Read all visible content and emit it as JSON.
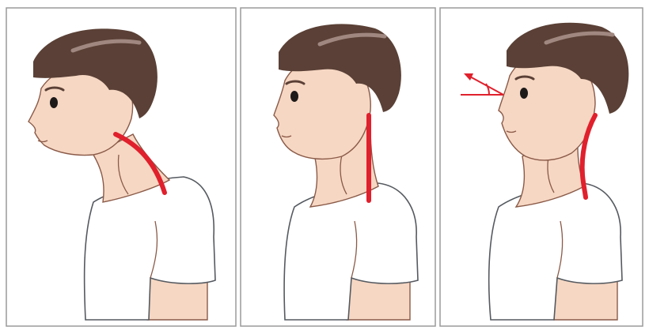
{
  "colors": {
    "background": "#ffffff",
    "panel_border": "#9a9a9a",
    "skin": "#f6d7c3",
    "skin_shadow": "#e9b9a0",
    "skin_outline": "#8a5a48",
    "hair": "#5a4036",
    "hair_highlight": "#a08880",
    "shirt": "#ffffff",
    "shirt_shadow": "#e6e6ea",
    "outline": "#555a60",
    "spine_marker": "#e0202c",
    "eye": "#1e1a1a"
  },
  "panels": [
    {
      "key": "forward-head",
      "spine": "curved-forward",
      "gaze_indicator": false
    },
    {
      "key": "upright",
      "spine": "straight-vertical",
      "gaze_indicator": false
    },
    {
      "key": "chin-up",
      "spine": "curved-back",
      "gaze_indicator": true
    }
  ],
  "icons": {
    "gaze": "angle-arrow-icon"
  }
}
